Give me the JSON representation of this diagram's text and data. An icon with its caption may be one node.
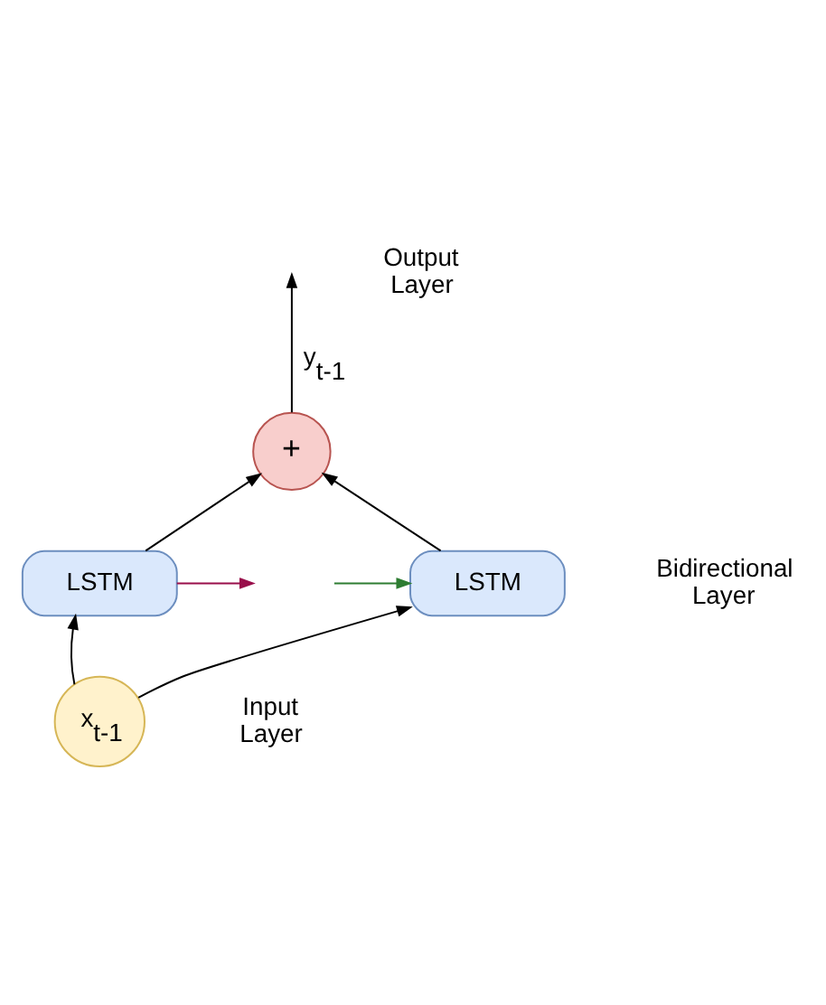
{
  "diagram": {
    "nodes": [
      {
        "text": [
          "+"
        ]
      },
      {
        "text": [
          "LSTM"
        ]
      },
      {
        "text": [
          "LSTM"
        ]
      },
      {
        "text": [
          "x$_{t-1}$"
        ]
      }
    ],
    "edges": [
      {
        "from": 0,
        "to": null,
        "arrow": "to",
        "label": "y$_{t-1}$"
      },
      {
        "from": 2,
        "to": 0,
        "arrow": "to"
      },
      {
        "from": 1,
        "to": 0,
        "arrow": "to"
      },
      {
        "from": 3,
        "to": 2,
        "arrow": "to"
      },
      {
        "from": 3,
        "to": 1,
        "arrow": "to"
      },
      {
        "from": null,
        "to": 2,
        "arrow": "to",
        "color": "#2e7d32"
      },
      {
        "from": 1,
        "to": null,
        "arrow": "to",
        "color": "#990f4b"
      }
    ],
    "labels": [
      "Output Layer",
      "Bidirectional Layer",
      "Input Layer"
    ]
  }
}
